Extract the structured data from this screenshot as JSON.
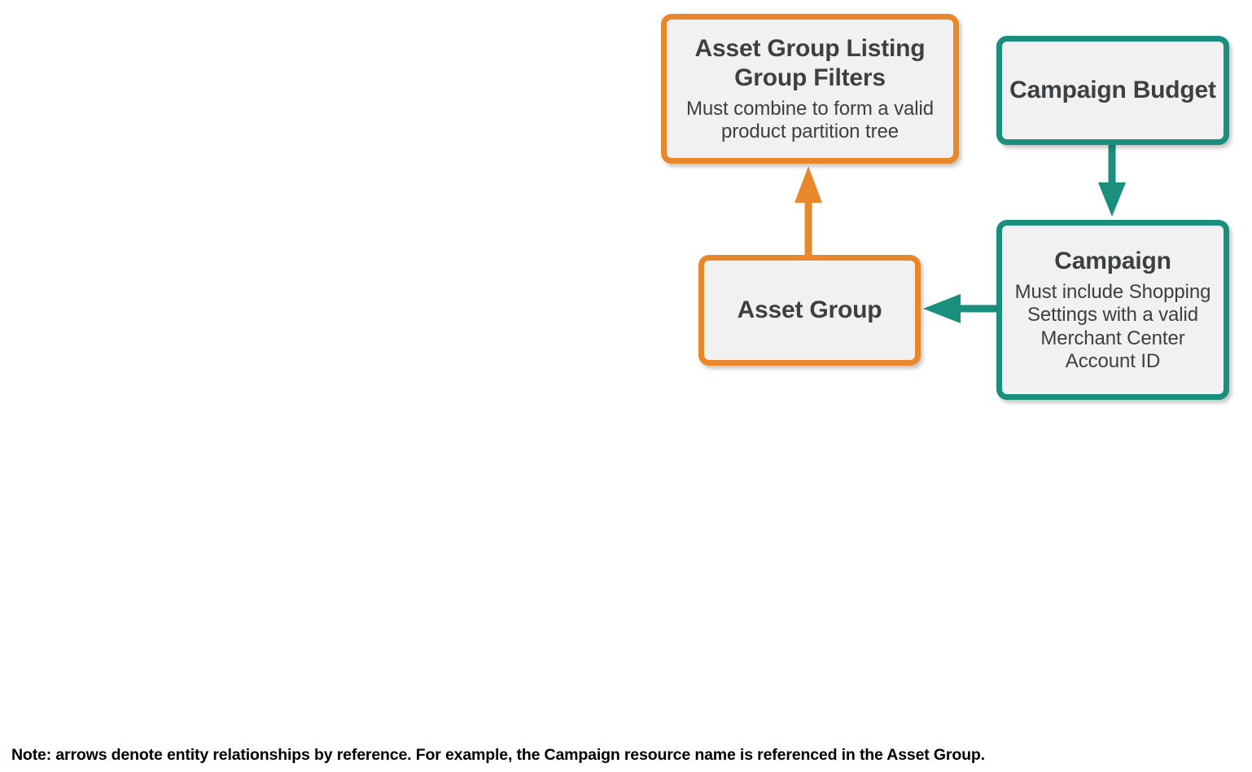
{
  "diagram": {
    "colors": {
      "orange": "#e8882a",
      "teal": "#1a8f7e",
      "node_fill": "#f1f1f1",
      "text": "#3c4043",
      "background": "#ffffff",
      "note_text": "#000000"
    },
    "nodes": [
      {
        "id": "asset-group-listing-group-filters",
        "title": "Asset Group Listing Group Filters",
        "subtitle": "Must combine to form a valid product partition tree",
        "color": "orange"
      },
      {
        "id": "asset-group",
        "title": "Asset Group",
        "subtitle": "",
        "color": "orange"
      },
      {
        "id": "campaign-budget",
        "title": "Campaign Budget",
        "subtitle": "",
        "color": "teal"
      },
      {
        "id": "campaign",
        "title": "Campaign",
        "subtitle": "Must include Shopping Settings with a valid Merchant Center Account ID",
        "color": "teal"
      }
    ],
    "edges": [
      {
        "id": "asset-group-to-listing-group-filters",
        "from": "asset-group",
        "to": "asset-group-listing-group-filters",
        "direction": "up",
        "color": "orange"
      },
      {
        "id": "campaign-budget-to-campaign",
        "from": "campaign-budget",
        "to": "campaign",
        "direction": "down",
        "color": "teal"
      },
      {
        "id": "campaign-to-asset-group",
        "from": "campaign",
        "to": "asset-group",
        "direction": "left",
        "color": "teal"
      }
    ],
    "note": "Note: arrows denote entity relationships by reference. For example, the Campaign resource name is referenced in the Asset Group."
  }
}
